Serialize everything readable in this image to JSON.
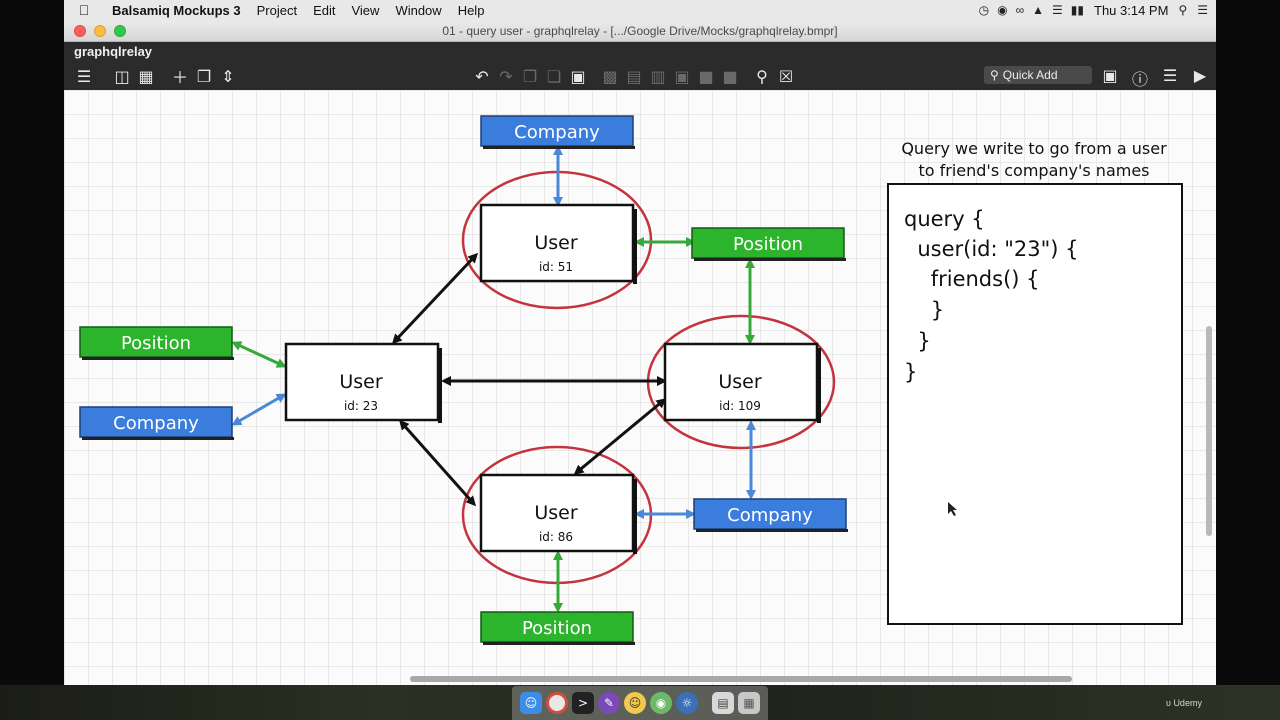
{
  "menubar": {
    "app_name": "Balsamiq Mockups 3",
    "items": [
      "Project",
      "Edit",
      "View",
      "Window",
      "Help"
    ],
    "clock": "Thu 3:14 PM"
  },
  "window": {
    "title": "01 - query user - graphqlrelay - [.../Google Drive/Mocks/graphqlrelay.bmpr]",
    "project_name": "graphqlrelay",
    "quick_add_placeholder": "Quick Add"
  },
  "diagram": {
    "users": [
      {
        "label": "User",
        "id_text": "id: 23"
      },
      {
        "label": "User",
        "id_text": "id: 51"
      },
      {
        "label": "User",
        "id_text": "id: 109"
      },
      {
        "label": "User",
        "id_text": "id: 86"
      }
    ],
    "tags": [
      {
        "kind": "company",
        "label": "Company"
      },
      {
        "kind": "position",
        "label": "Position"
      },
      {
        "kind": "position",
        "label": "Position"
      },
      {
        "kind": "company",
        "label": "Company"
      },
      {
        "kind": "company",
        "label": "Company"
      },
      {
        "kind": "position",
        "label": "Position"
      }
    ],
    "colors": {
      "company_blue": "#3b7ddd",
      "position_green": "#2db42d",
      "circle_red": "#c3343f",
      "arrow_black": "#111111",
      "arrow_blue": "#4a88d8",
      "arrow_green": "#37a83a"
    }
  },
  "query_panel": {
    "heading_line1": "Query we write to go from a user",
    "heading_line2": "to friend's company's names",
    "code_lines": [
      "query {",
      "  user(id: \"23\") {",
      "    friends() {",
      "    }",
      "  }",
      "}"
    ]
  },
  "watermark": "Udemy"
}
